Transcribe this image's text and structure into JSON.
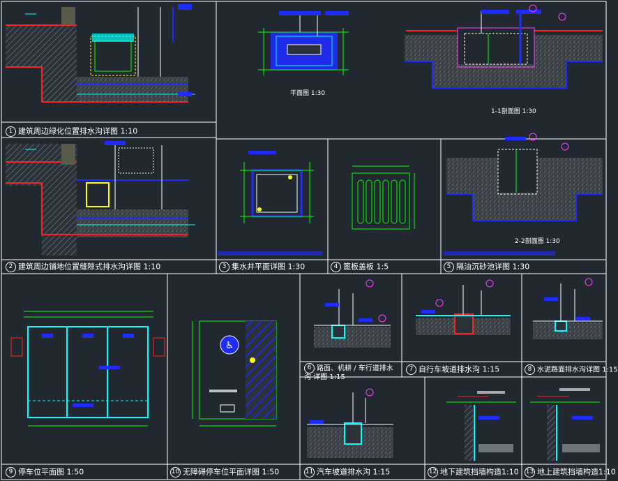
{
  "captions": {
    "p1": {
      "num": "1",
      "text": "建筑周边绿化位置排水沟详图 1:10"
    },
    "p2": {
      "num": "2",
      "text": "建筑周边铺地位置缝隙式排水沟详图 1:10"
    },
    "p3": {
      "num": "3",
      "text": "集水井平面详图 1:30"
    },
    "p4": {
      "num": "4",
      "text": "篦板盖板 1:5"
    },
    "p5": {
      "num": "5",
      "text": "隔油沉砂池详图 1:30"
    },
    "p6": {
      "num": "6",
      "text": "路面、机耕 / 车行道排水沟 详图 1:15"
    },
    "p7": {
      "num": "7",
      "text": "自行车坡道排水沟 1:15"
    },
    "p8": {
      "num": "8",
      "text": "水泥路面排水沟详图 1:15"
    },
    "p9": {
      "num": "9",
      "text": "停车位平面图 1:50"
    },
    "p10": {
      "num": "10",
      "text": "无障碍停车位平面详图 1:50"
    },
    "p11": {
      "num": "11",
      "text": "汽车坡道排水沟 1:15"
    },
    "p12": {
      "num": "12",
      "text": "地下建筑挡墙构造1:10"
    },
    "p13": {
      "num": "13",
      "text": "地上建筑挡墙构造1:10"
    }
  },
  "sub_labels": {
    "plan": "平面图 1:30",
    "section11": "1-1剖面图 1:30",
    "section22": "2-2剖面图 1:30"
  },
  "colors": {
    "bg": "#212830",
    "frame": "#ffffff",
    "cyan": "#00ffff",
    "green": "#00ff00",
    "blue": "#1e2cff",
    "red": "#ff2020",
    "magenta": "#ff40ff",
    "yellow": "#ffff00"
  },
  "icons": {
    "wheelchair": "accessible-parking-icon"
  }
}
